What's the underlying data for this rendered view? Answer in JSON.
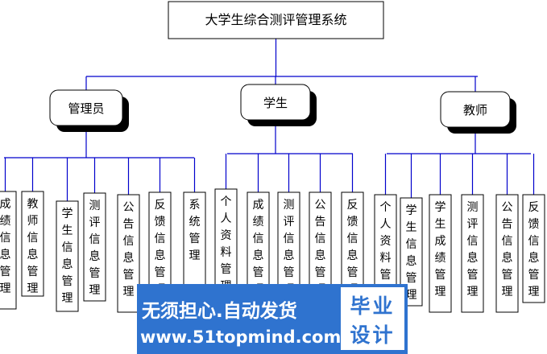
{
  "root": {
    "label": "大学生综合测评管理系统"
  },
  "roles": [
    {
      "label": "管理员",
      "items": [
        "成绩信息管理",
        "教师信息管理",
        "学生信息管理",
        "测评信息管理",
        "公告信息管理",
        "反馈信息管理",
        "系统管理"
      ]
    },
    {
      "label": "学生",
      "items": [
        "个人资料管理",
        "成绩信息管理",
        "测评信息管理",
        "公告信息管理",
        "反馈信息管理"
      ]
    },
    {
      "label": "教师",
      "items": [
        "个人资料管理",
        "学生信息管理",
        "学生成绩管理",
        "测评信息管理",
        "公告信息管理",
        "反馈信息管理"
      ]
    }
  ],
  "banner": {
    "slogan": "无须担心.自动发货",
    "url": "www.51topmind.com",
    "logo_line1": "毕业",
    "logo_line2": "设计"
  },
  "colors": {
    "connector": "#0000cc",
    "banner": "#2f73cf"
  }
}
